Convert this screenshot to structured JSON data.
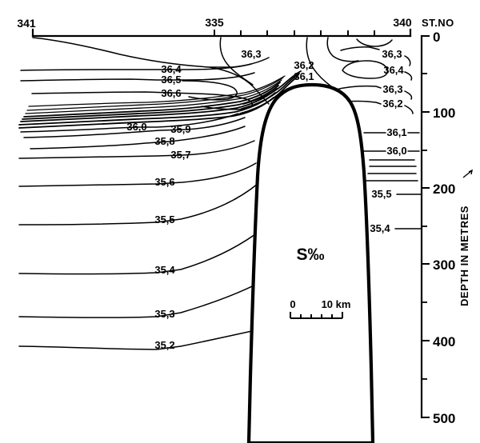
{
  "figure": {
    "quantity_label": "S‰",
    "station_axis_title": "ST.NO",
    "depth_axis_title": "DEPTH IN METRES",
    "scale_bar": {
      "start_label": "0",
      "end_label": "10 km",
      "segments": 5
    }
  },
  "chart_data": {
    "type": "line",
    "title": "",
    "subtitle": "",
    "xlabel": "ST.NO",
    "ylabel": "DEPTH IN METRES",
    "xlim": [
      341,
      340
    ],
    "ylim": [
      0,
      500
    ],
    "grid": false,
    "legend_position": "none",
    "variable": "S‰",
    "station_ticks": [
      {
        "label": "341",
        "x": 41
      },
      {
        "label": "",
        "x": 106
      },
      {
        "label": "",
        "x": 170
      },
      {
        "label": "",
        "x": 234
      },
      {
        "label": "335",
        "x": 268
      },
      {
        "label": "",
        "x": 301
      },
      {
        "label": "",
        "x": 334
      },
      {
        "label": "",
        "x": 368
      },
      {
        "label": "",
        "x": 401
      },
      {
        "label": "",
        "x": 435
      },
      {
        "label": "",
        "x": 468
      },
      {
        "label": "340",
        "x": 503
      }
    ],
    "station_labels_shown": [
      "341",
      "335",
      "340"
    ],
    "depth_ticks_major": [
      {
        "label": "0",
        "depth": 0
      },
      {
        "label": "100",
        "depth": 100
      },
      {
        "label": "200",
        "depth": 200
      },
      {
        "label": "300",
        "depth": 300
      },
      {
        "label": "400",
        "depth": 400
      },
      {
        "label": "500",
        "depth": 500
      }
    ],
    "depth_ticks_minor": [
      50,
      150,
      250,
      350,
      450
    ],
    "contour_interval": 0.1,
    "contour_unit": "‰",
    "contour_labels": [
      {
        "text": "36,3",
        "x": 314,
        "y": 72
      },
      {
        "text": "36,2",
        "x": 380,
        "y": 86
      },
      {
        "text": "36,1",
        "x": 380,
        "y": 99
      },
      {
        "text": "36,4",
        "x": 214,
        "y": 87
      },
      {
        "text": "36,5",
        "x": 214,
        "y": 101
      },
      {
        "text": "36,6",
        "x": 214,
        "y": 117
      },
      {
        "text": "36,0",
        "x": 171,
        "y": 159
      },
      {
        "text": "35,9",
        "x": 226,
        "y": 162
      },
      {
        "text": "35,8",
        "x": 206,
        "y": 177
      },
      {
        "text": "35,7",
        "x": 226,
        "y": 194
      },
      {
        "text": "35,6",
        "x": 206,
        "y": 228
      },
      {
        "text": "35,5",
        "x": 206,
        "y": 275
      },
      {
        "text": "35,4",
        "x": 206,
        "y": 338
      },
      {
        "text": "35,3",
        "x": 206,
        "y": 393
      },
      {
        "text": "35,2",
        "x": 206,
        "y": 432
      },
      {
        "text": "36,3",
        "x": 479,
        "y": 72
      },
      {
        "text": "36,4",
        "x": 479,
        "y": 92
      },
      {
        "text": "36,3",
        "x": 479,
        "y": 112
      },
      {
        "text": "36,2",
        "x": 479,
        "y": 131
      },
      {
        "text": "36,1",
        "x": 488,
        "y": 168
      },
      {
        "text": "36,0",
        "x": 488,
        "y": 190
      },
      {
        "text": "35,5",
        "x": 473,
        "y": 245
      },
      {
        "text": "35,4",
        "x": 473,
        "y": 288
      }
    ],
    "contour_values_left": [
      "36,6",
      "36,5",
      "36,4",
      "36,0",
      "35,9",
      "35,8",
      "35,7",
      "35,6",
      "35,5",
      "35,4",
      "35,3",
      "35,2"
    ],
    "contour_values_center": [
      "36,3",
      "36,2",
      "36,1"
    ],
    "contour_values_right": [
      "36,3",
      "36,4",
      "36,3",
      "36,2",
      "36,1",
      "36,0",
      "35,5",
      "35,4"
    ],
    "features": [
      {
        "name": "seamount",
        "description": "bathymetric rise / bank blanking center of section",
        "summit_depth_approx": 95
      },
      {
        "name": "salinity-maximum-core",
        "description": "dense bundle of isohalines 35,9-36,6 sloping down to the left flank"
      }
    ]
  }
}
